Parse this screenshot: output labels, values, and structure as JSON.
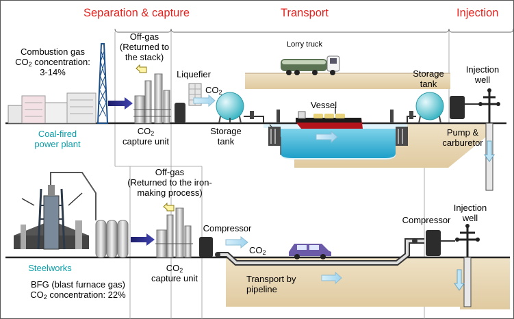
{
  "headers": {
    "separation": "Separation & capture",
    "transport": "Transport",
    "injection": "Injection"
  },
  "top": {
    "combustion_gas_line1": "Combustion gas",
    "co2_prefix": "CO",
    "co2_sub": "2",
    "concentration_suffix": " concentration:",
    "concentration_value": "3-14%",
    "offgas_title": "Off-gas",
    "offgas_line1": "(Returned to",
    "offgas_line2": "the stack)",
    "lorry": "Lorry truck",
    "liquefier": "Liquefier",
    "co2_flow_prefix": "CO",
    "co2_flow_sub": "2",
    "storage_tank_right_1": "Storage",
    "storage_tank_right_2": "tank",
    "injection_well_1": "Injection",
    "injection_well_2": "well",
    "vessel": "Vessel",
    "plant_1": "Coal-fired",
    "plant_2": "power plant",
    "capture_prefix": "CO",
    "capture_sub": "2",
    "capture_unit": "capture unit",
    "storage_tank_left_1": "Storage",
    "storage_tank_left_2": "tank",
    "pump_1": "Pump &",
    "pump_2": "carburetor"
  },
  "bottom": {
    "offgas_title": "Off-gas",
    "offgas_line1": "(Returned to the iron-",
    "offgas_line2": "making process)",
    "compressor_left": "Compressor",
    "co2_flow_prefix": "CO",
    "co2_flow_sub": "2",
    "compressor_right": "Compressor",
    "injection_well_1": "Injection",
    "injection_well_2": "well",
    "steelworks": "Steelworks",
    "capture_prefix": "CO",
    "capture_sub": "2",
    "capture_unit": "capture unit",
    "pipeline_1": "Transport by",
    "pipeline_2": "pipeline",
    "bfg": "BFG (blast furnace gas)",
    "co2_prefix": "CO",
    "co2_sub": "2",
    "concentration_text": " concentration: 22%"
  },
  "colors": {
    "header_red": "#e3231f",
    "label_teal": "#0a9ea8",
    "ground_sand": "#e8d6b4",
    "water": "#3fb8d8",
    "arrow_navy": "#2a2b86",
    "arrow_light": "#bfe4f5"
  }
}
